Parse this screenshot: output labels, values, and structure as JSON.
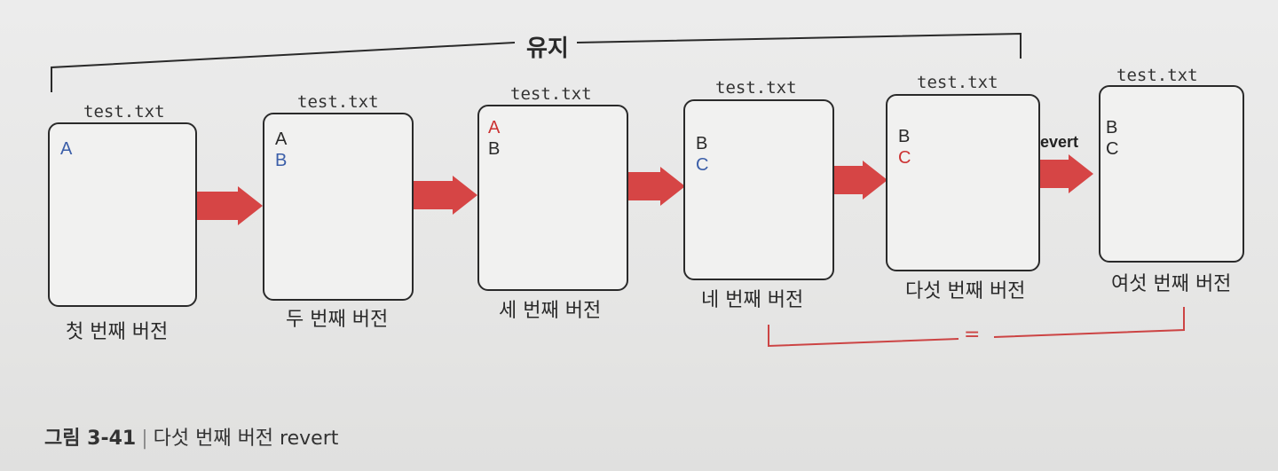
{
  "bracket": {
    "top_label": "유지",
    "bottom_label": "="
  },
  "file_name": "test.txt",
  "versions": [
    {
      "label": "첫 번째 버전",
      "lines": [
        {
          "text": "A",
          "color": "#3b5ea8"
        }
      ]
    },
    {
      "label": "두 번째 버전",
      "lines": [
        {
          "text": "A",
          "color": "#2a2a2a"
        },
        {
          "text": "B",
          "color": "#3b5ea8"
        }
      ]
    },
    {
      "label": "세 번째 버전",
      "lines": [
        {
          "text": "A",
          "color": "#cc3333"
        },
        {
          "text": "B",
          "color": "#2a2a2a"
        }
      ]
    },
    {
      "label": "네 번째 버전",
      "lines": [
        {
          "text": "B",
          "color": "#2a2a2a"
        },
        {
          "text": "C",
          "color": "#3b5ea8"
        }
      ]
    },
    {
      "label": "다섯 번째 버전",
      "lines": [
        {
          "text": "B",
          "color": "#2a2a2a"
        },
        {
          "text": "C",
          "color": "#cc3333"
        }
      ]
    },
    {
      "label": "여섯 번째 버전",
      "lines": [
        {
          "text": "B",
          "color": "#2a2a2a"
        },
        {
          "text": "C",
          "color": "#2a2a2a"
        }
      ]
    }
  ],
  "arrow_label": "revert",
  "arrow_color": "#d64545",
  "caption": {
    "number": "그림 3-41",
    "separator": "|",
    "text": "다섯 번째 버전 revert"
  }
}
